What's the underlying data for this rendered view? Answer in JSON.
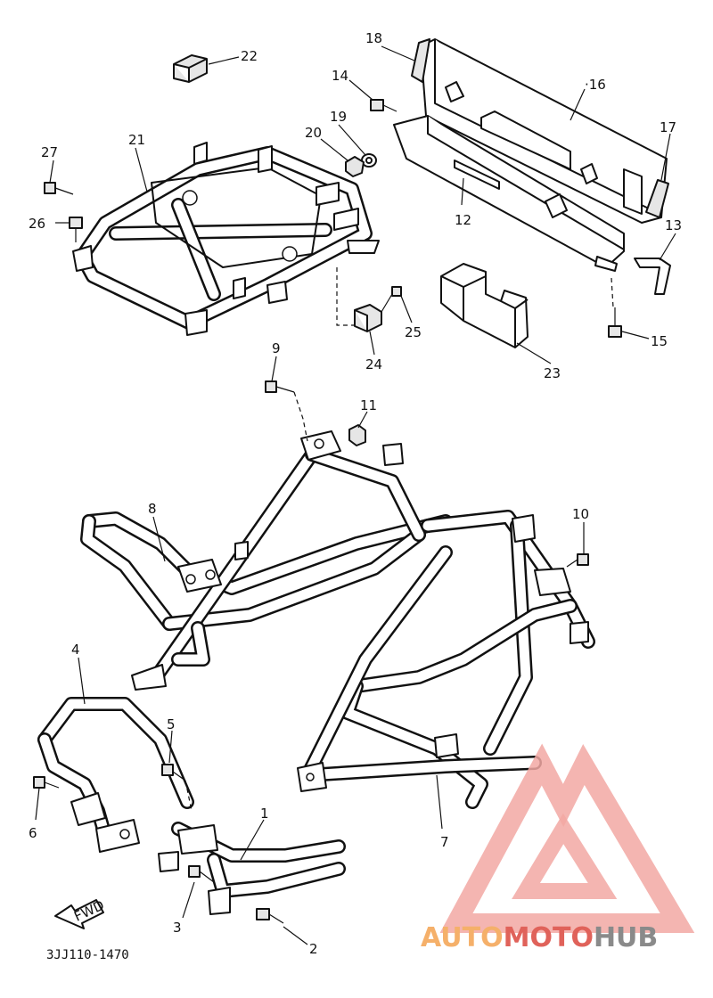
{
  "diagram": {
    "code": "3JJ110-1470",
    "forward_arrow_text": "FWD",
    "callouts": [
      {
        "id": "1",
        "label": "1"
      },
      {
        "id": "2",
        "label": "2"
      },
      {
        "id": "3",
        "label": "3"
      },
      {
        "id": "4",
        "label": "4"
      },
      {
        "id": "5",
        "label": "5"
      },
      {
        "id": "6",
        "label": "6"
      },
      {
        "id": "7",
        "label": "7"
      },
      {
        "id": "8",
        "label": "8"
      },
      {
        "id": "9",
        "label": "9"
      },
      {
        "id": "10",
        "label": "10"
      },
      {
        "id": "11",
        "label": "11"
      },
      {
        "id": "12",
        "label": "12"
      },
      {
        "id": "13",
        "label": "13"
      },
      {
        "id": "14",
        "label": "14"
      },
      {
        "id": "15",
        "label": "15"
      },
      {
        "id": "16",
        "label": "·16"
      },
      {
        "id": "17",
        "label": "17"
      },
      {
        "id": "18",
        "label": "18"
      },
      {
        "id": "19",
        "label": "19"
      },
      {
        "id": "20",
        "label": "20"
      },
      {
        "id": "21",
        "label": "21"
      },
      {
        "id": "22",
        "label": "22"
      },
      {
        "id": "23",
        "label": "23"
      },
      {
        "id": "24",
        "label": "24"
      },
      {
        "id": "25",
        "label": "25"
      },
      {
        "id": "26",
        "label": "26"
      },
      {
        "id": "27",
        "label": "27"
      }
    ]
  },
  "watermark": {
    "text_part1": "AUTO",
    "text_part2": "MOTO",
    "text_part3": "HUB",
    "color_light": "#f5b06a",
    "color_red": "#e0625a",
    "color_gray": "#8a8a8a"
  }
}
